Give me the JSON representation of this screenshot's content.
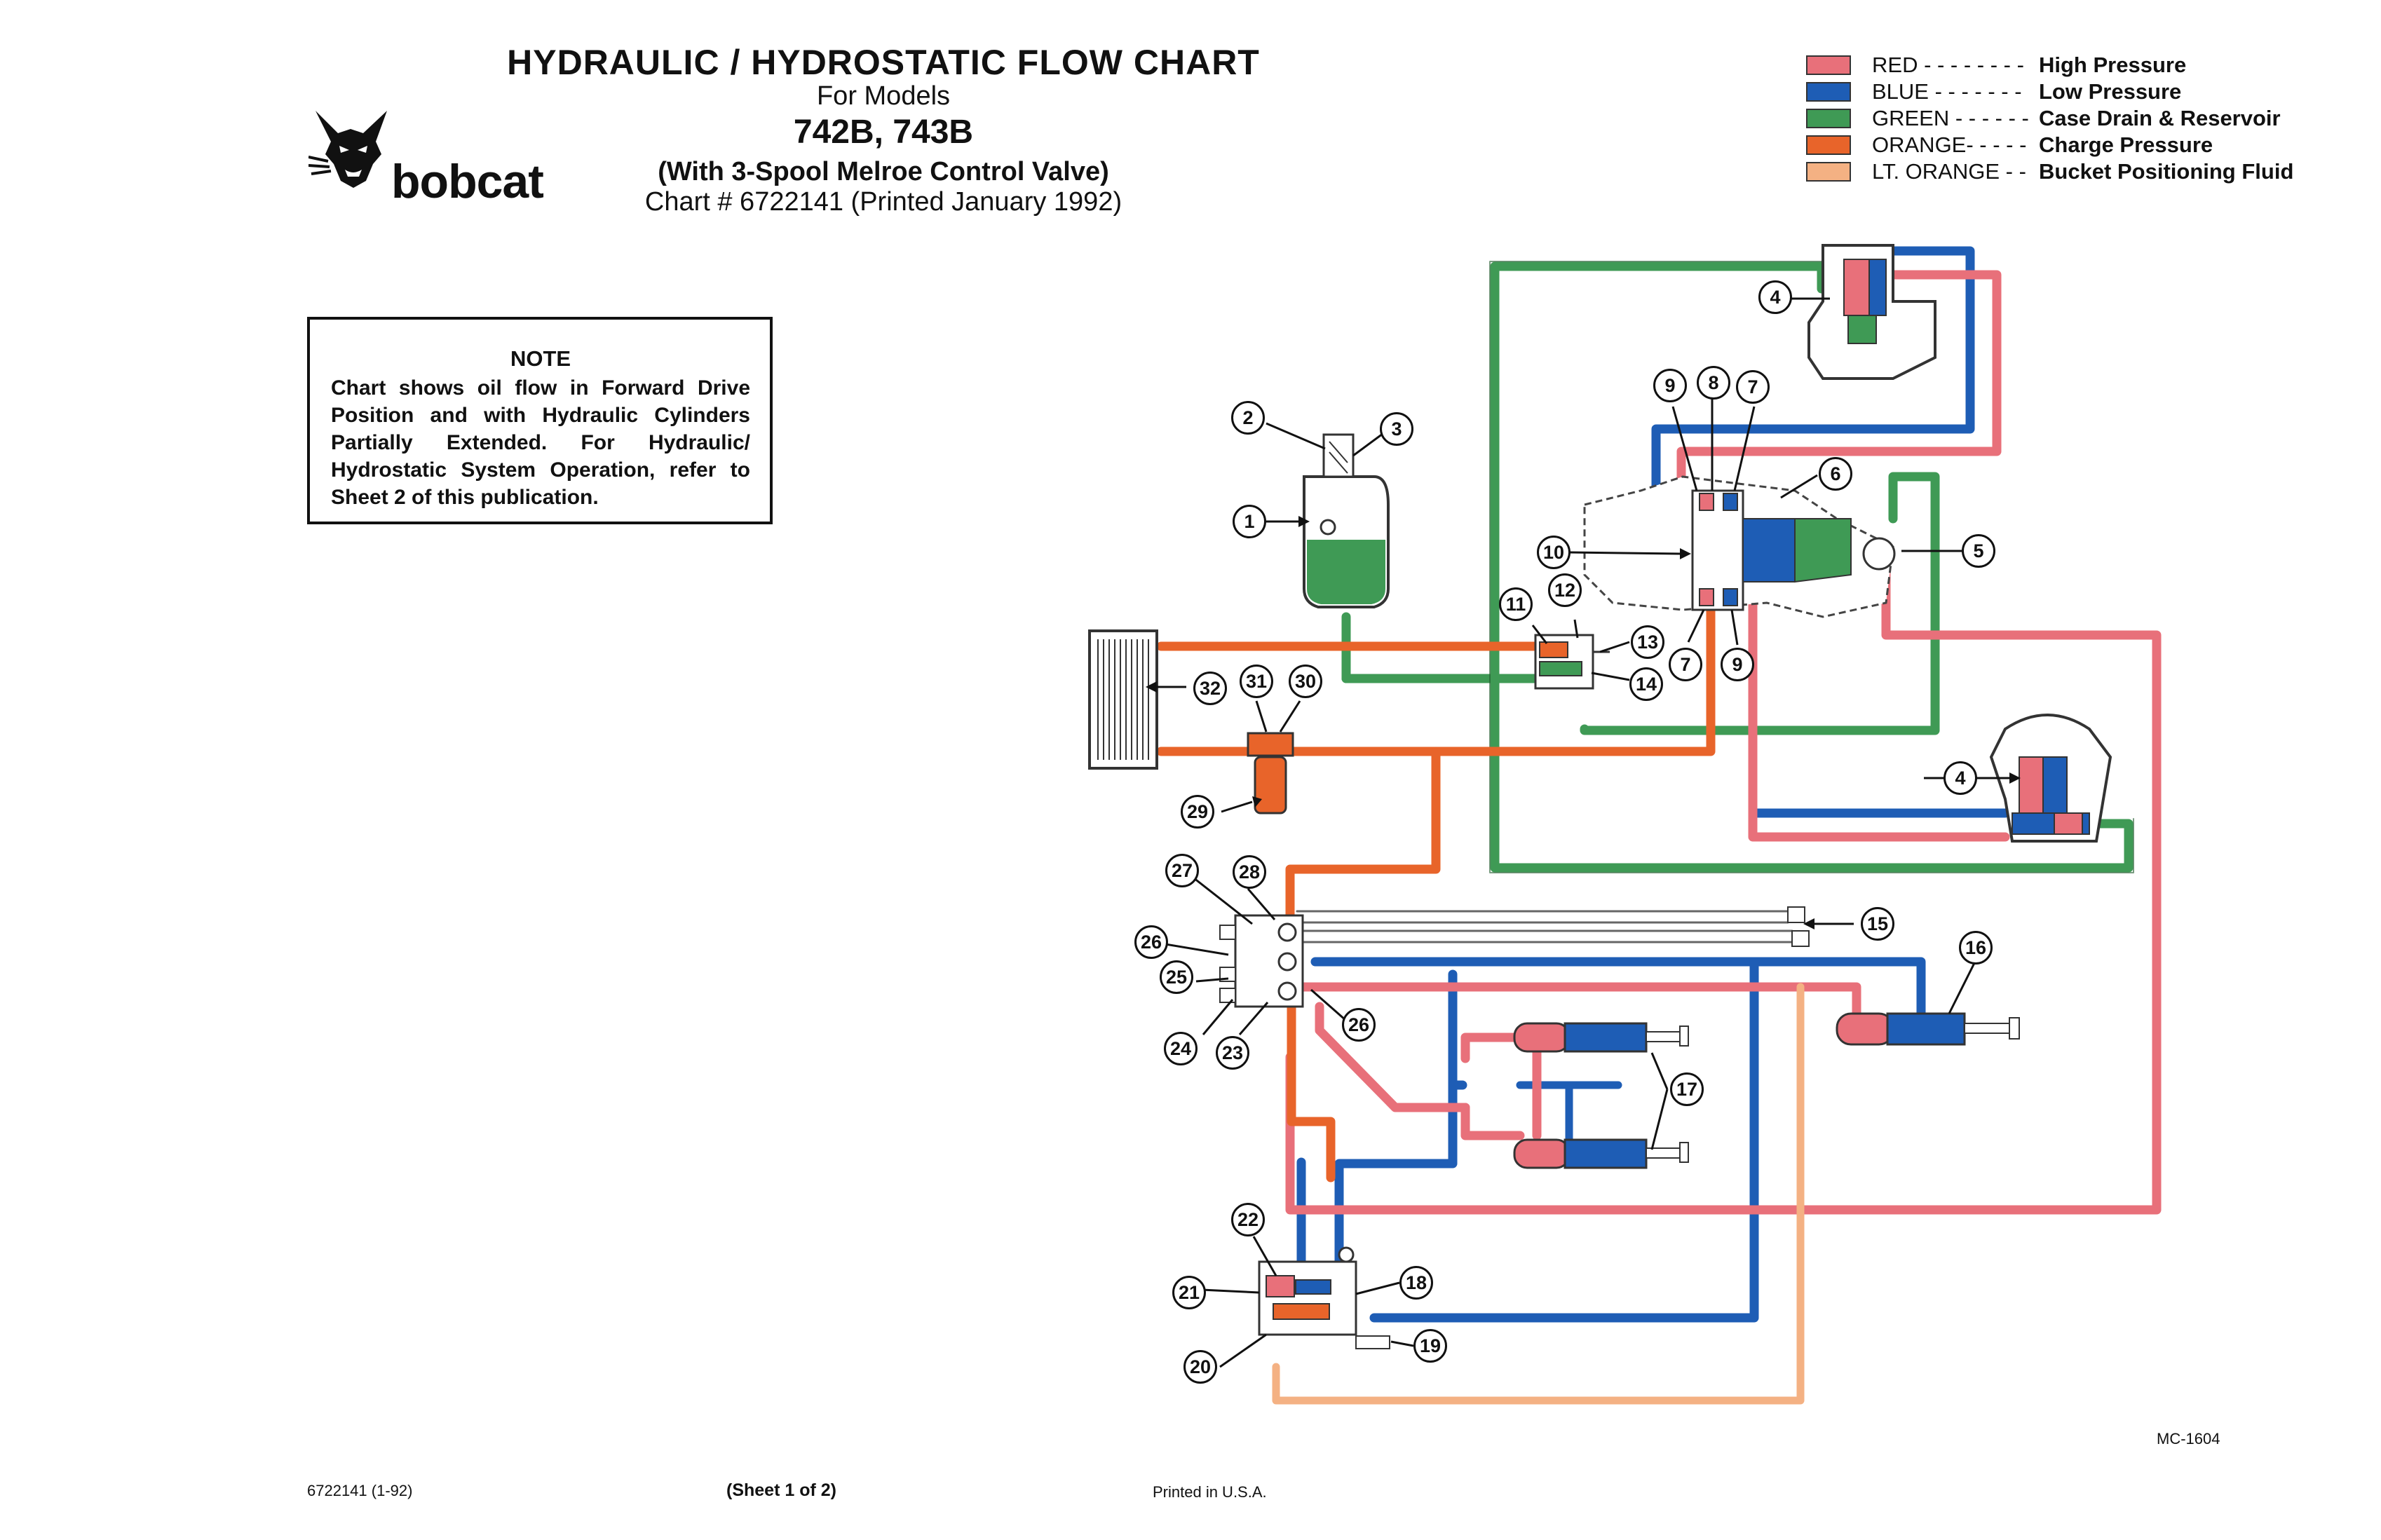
{
  "title": {
    "line1": "HYDRAULIC / HYDROSTATIC FLOW CHART",
    "line2": "For Models",
    "line3": "742B, 743B",
    "line4": "(With 3-Spool Melroe Control Valve)",
    "line5": "Chart # 6722141 (Printed January 1992)"
  },
  "logo": {
    "text": "bobcat",
    "icon": "bobcat-head-icon"
  },
  "note": {
    "heading": "NOTE",
    "body": "Chart shows oil flow in Forward Drive Position and with Hydraulic Cylinders Partially Extended. For Hydraulic/ Hydrostatic System Operation, refer to Sheet 2 of this publication."
  },
  "legend": [
    {
      "name": "RED - - - - - - - -",
      "desc": "High Pressure",
      "color": "#e8707a"
    },
    {
      "name": "BLUE - - - - - - -",
      "desc": "Low Pressure",
      "color": "#1e5db5"
    },
    {
      "name": "GREEN - - - - - -",
      "desc": "Case Drain & Reservoir",
      "color": "#3f9a55"
    },
    {
      "name": "ORANGE- - - - -",
      "desc": "Charge Pressure",
      "color": "#e8642a"
    },
    {
      "name": "LT. ORANGE - -",
      "desc": "Bucket Positioning Fluid",
      "color": "#f4b183"
    }
  ],
  "colors": {
    "red": "#e8707a",
    "blue": "#1e5db5",
    "green": "#3f9a55",
    "orange": "#e8642a",
    "lt_orange": "#f4b183",
    "outline": "#333333"
  },
  "callouts": [
    "1",
    "2",
    "3",
    "4",
    "4",
    "5",
    "6",
    "7",
    "7",
    "8",
    "9",
    "9",
    "10",
    "11",
    "12",
    "13",
    "14",
    "15",
    "16",
    "17",
    "18",
    "19",
    "20",
    "21",
    "22",
    "23",
    "24",
    "25",
    "26",
    "26",
    "27",
    "28",
    "29",
    "30",
    "31",
    "32"
  ],
  "footer": {
    "left": "6722141 (1-92)",
    "center": "(Sheet 1 of 2)",
    "printed": "Printed in U.S.A.",
    "code": "MC-1604"
  }
}
